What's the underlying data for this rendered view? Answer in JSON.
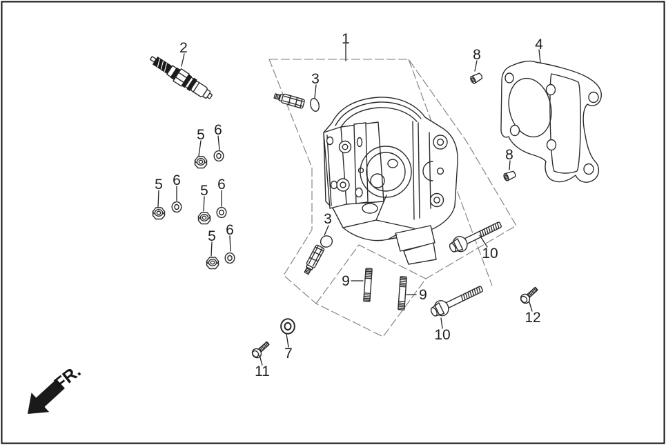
{
  "diagram": {
    "description": "Exploded parts diagram - cylinder head assembly",
    "direction_label": "FR.",
    "callouts": [
      {
        "label": "1"
      },
      {
        "label": "2"
      },
      {
        "label": "3"
      },
      {
        "label": "3"
      },
      {
        "label": "4"
      },
      {
        "label": "5"
      },
      {
        "label": "6"
      },
      {
        "label": "5"
      },
      {
        "label": "6"
      },
      {
        "label": "5"
      },
      {
        "label": "6"
      },
      {
        "label": "5"
      },
      {
        "label": "6"
      },
      {
        "label": "7"
      },
      {
        "label": "8"
      },
      {
        "label": "8"
      },
      {
        "label": "9"
      },
      {
        "label": "9"
      },
      {
        "label": "10"
      },
      {
        "label": "10"
      },
      {
        "label": "11"
      },
      {
        "label": "12"
      }
    ]
  }
}
